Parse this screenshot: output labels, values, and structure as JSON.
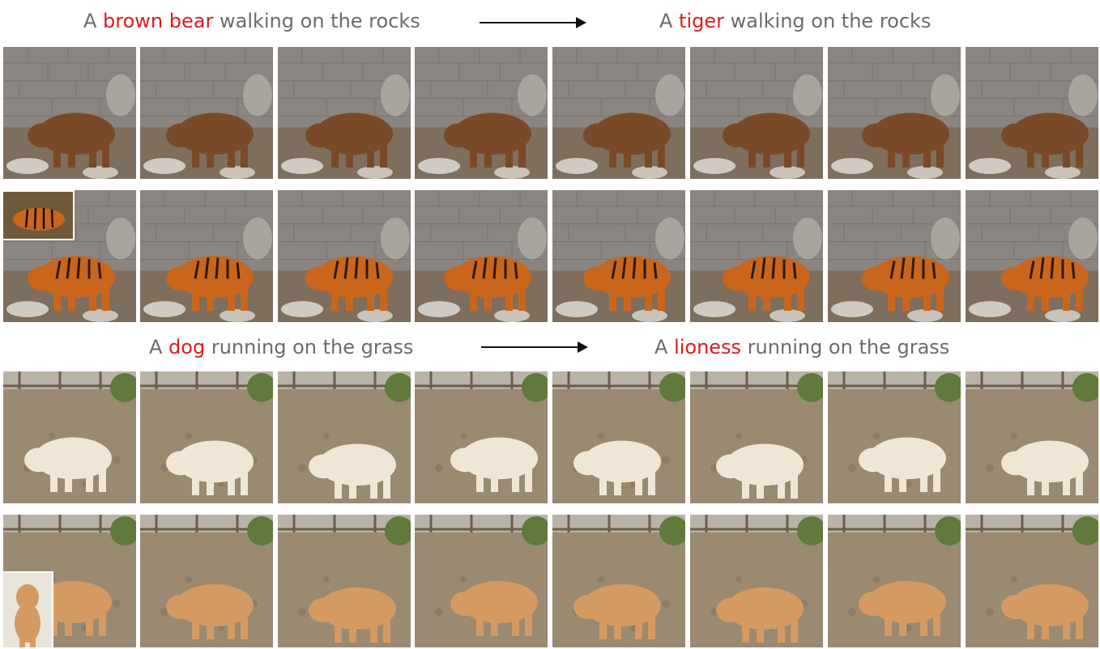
{
  "captions": {
    "bear_source": {
      "pre": "A ",
      "subject": "brown bear",
      "post": " walking on the rocks"
    },
    "bear_target": {
      "pre": "A ",
      "subject": "tiger",
      "post": " walking on the rocks"
    },
    "dog_source": {
      "pre": "A ",
      "subject": "dog",
      "post": " running on the grass"
    },
    "dog_target": {
      "pre": "A ",
      "subject": "lioness",
      "post": " running on the grass"
    }
  },
  "colors": {
    "caption_text": "#6b6b6b",
    "highlight": "#e01b1b",
    "arrow": "#111111",
    "wall": "#8a8580",
    "ground": "#7d6e5d",
    "bear": "#7a4a28",
    "tiger": "#c9661c",
    "grass": "#9a8a72",
    "dog": "#efe6d6",
    "lioness": "#d49a62"
  },
  "rows": [
    {
      "scene": "rocks",
      "subject": "bear",
      "frames": 8
    },
    {
      "scene": "rocks",
      "subject": "tiger",
      "frames": 8,
      "reference_thumbnail": "tiger"
    },
    {
      "scene": "grass",
      "subject": "dog",
      "frames": 8
    },
    {
      "scene": "grass",
      "subject": "lioness",
      "frames": 8,
      "reference_thumbnail": "lioness"
    }
  ]
}
